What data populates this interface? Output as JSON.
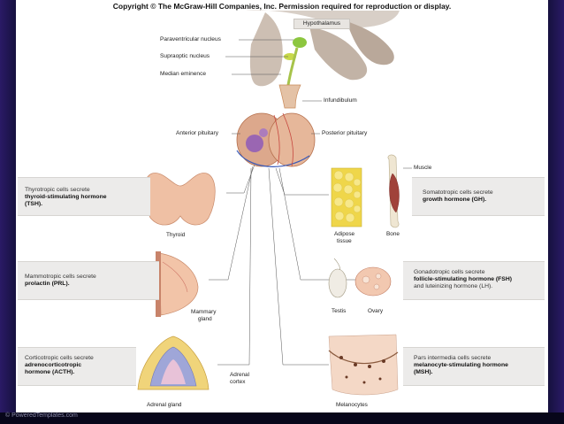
{
  "copyright": "Copyright © The McGraw-Hill Companies, Inc. Permission required for reproduction or display.",
  "footer": "© PoweredTemplates.com",
  "labels": {
    "hypothalamus": "Hypothalamus",
    "paraventricular": "Paraventricular nucleus",
    "supraoptic": "Supraoptic nucleus",
    "median_eminence": "Median eminence",
    "infundibulum": "Infundibulum",
    "anterior_pituitary": "Anterior pituitary",
    "posterior_pituitary": "Posterior pituitary"
  },
  "left_boxes": [
    {
      "line1": "Thyrotropic cells secrete",
      "line2": "thyroid-stimulating hormone",
      "line3": "(TSH)."
    },
    {
      "line1": "Mammotropic cells secrete",
      "line2": "prolactin (PRL)."
    },
    {
      "line1": "Corticotropic cells secrete",
      "line2": "adrenocorticotropic",
      "line3": "hormone (ACTH)."
    }
  ],
  "right_boxes": [
    {
      "line1": "Somatotropic cells secrete",
      "line2": "growth hormone (GH)."
    },
    {
      "line1": "Gonadotropic cells secrete",
      "line2": "follicle-stimulating hormone (FSH)",
      "line3": "and luteinizing hormone (LH)."
    },
    {
      "line1": "Pars intermedia cells secrete",
      "line2": "melanocyte-stimulating hormone",
      "line3": "(MSH)."
    }
  ],
  "organs": {
    "thyroid": "Thyroid",
    "mammary_1": "Mammary",
    "mammary_2": "gland",
    "adrenal_cortex_1": "Adrenal",
    "adrenal_cortex_2": "cortex",
    "adrenal_gland": "Adrenal gland",
    "adipose_1": "Adipose",
    "adipose_2": "tissue",
    "bone": "Bone",
    "muscle": "Muscle",
    "testis": "Testis",
    "ovary": "Ovary",
    "melanocytes": "Melanocytes"
  }
}
